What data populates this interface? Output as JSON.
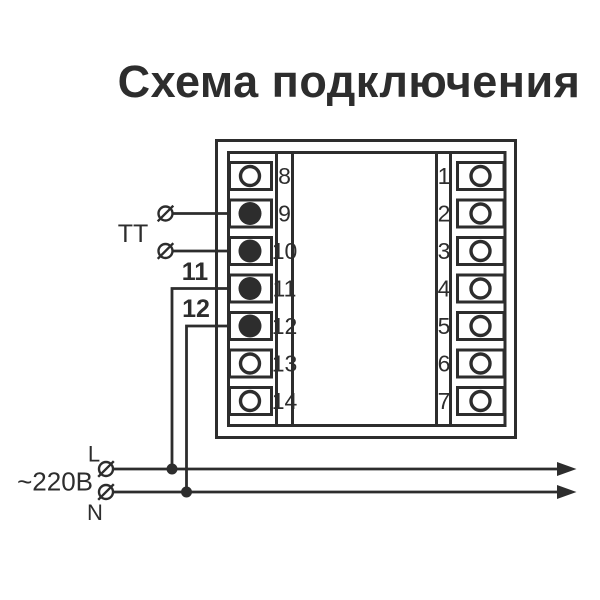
{
  "title": "Схема подключения",
  "colors": {
    "ink": "#2d2d2d",
    "background": "#ffffff"
  },
  "device": {
    "left_terminals": [
      {
        "number": "8",
        "connected": false
      },
      {
        "number": "9",
        "connected": true
      },
      {
        "number": "10",
        "connected": true
      },
      {
        "number": "11",
        "connected": true
      },
      {
        "number": "12",
        "connected": true
      },
      {
        "number": "13",
        "connected": false
      },
      {
        "number": "14",
        "connected": false
      }
    ],
    "right_terminals": [
      {
        "number": "1",
        "connected": false
      },
      {
        "number": "2",
        "connected": false
      },
      {
        "number": "3",
        "connected": false
      },
      {
        "number": "4",
        "connected": false
      },
      {
        "number": "5",
        "connected": false
      },
      {
        "number": "6",
        "connected": false
      },
      {
        "number": "7",
        "connected": false
      }
    ]
  },
  "labels": {
    "current_transformer": "ТТ",
    "wire_to_terminal_11": "11",
    "wire_to_terminal_12": "12",
    "phase": "L",
    "supply_voltage": "~220В",
    "neutral": "N"
  }
}
